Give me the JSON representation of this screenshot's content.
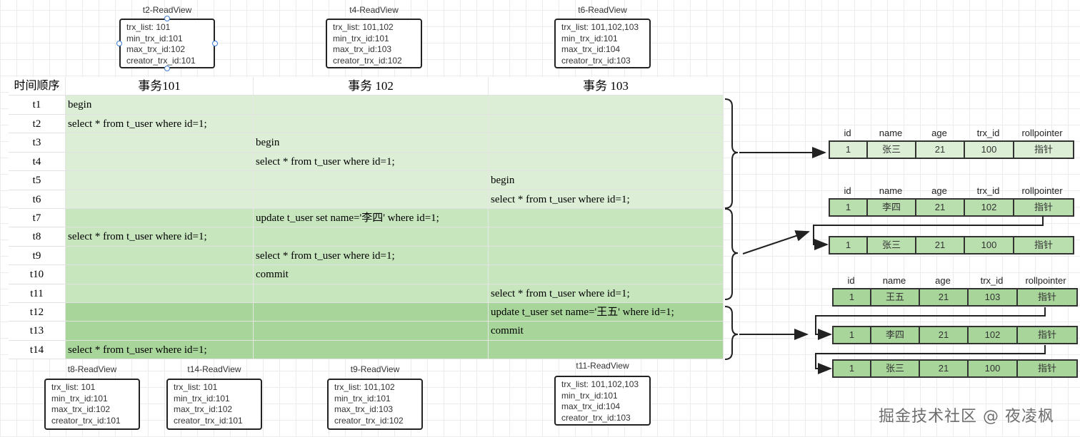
{
  "readviews": [
    {
      "label": "t2-ReadView",
      "lines": [
        "trx_list: 101",
        "min_trx_id:101",
        "max_trx_id:102",
        "creator_trx_id:101"
      ]
    },
    {
      "label": "t4-ReadView",
      "lines": [
        "trx_list: 101,102",
        "min_trx_id:101",
        "max_trx_id:103",
        "creator_trx_id:102"
      ]
    },
    {
      "label": "t6-ReadView",
      "lines": [
        "trx_list: 101,102,103",
        "min_trx_id:101",
        "max_trx_id:104",
        "creator_trx_id:103"
      ]
    },
    {
      "label": "t8-ReadView",
      "lines": [
        "trx_list: 101",
        "min_trx_id:101",
        "max_trx_id:102",
        "creator_trx_id:101"
      ]
    },
    {
      "label": "t14-ReadView",
      "lines": [
        "trx_list: 101",
        "min_trx_id:101",
        "max_trx_id:102",
        "creator_trx_id:101"
      ]
    },
    {
      "label": "t9-ReadView",
      "lines": [
        "trx_list: 101,102",
        "min_trx_id:101",
        "max_trx_id:103",
        "creator_trx_id:102"
      ]
    },
    {
      "label": "t11-ReadView",
      "lines": [
        "trx_list: 101,102,103",
        "min_trx_id:101",
        "max_trx_id:104",
        "creator_trx_id:103"
      ]
    }
  ],
  "table": {
    "headers": [
      "时间顺序",
      "事务101",
      "事务 102",
      "事务 103"
    ],
    "rows": [
      [
        "t1",
        "begin",
        "",
        ""
      ],
      [
        "t2",
        "select * from t_user  where id=1;",
        "",
        ""
      ],
      [
        "t3",
        "",
        "begin",
        ""
      ],
      [
        "t4",
        "",
        "select * from t_user  where id=1;",
        ""
      ],
      [
        "t5",
        "",
        "",
        "begin"
      ],
      [
        "t6",
        "",
        "",
        "select * from t_user  where id=1;"
      ],
      [
        "t7",
        "",
        "update t_user set name='李四' where id=1;",
        ""
      ],
      [
        "t8",
        "select * from t_user  where id=1;",
        "",
        ""
      ],
      [
        "t9",
        "",
        "select * from t_user  where id=1;",
        ""
      ],
      [
        "t10",
        "",
        "commit",
        ""
      ],
      [
        "t11",
        "",
        "",
        "select * from t_user  where id=1;"
      ],
      [
        "t12",
        "",
        "",
        "update t_user set name='王五' where id=1;"
      ],
      [
        "t13",
        "",
        "",
        "commit"
      ],
      [
        "t14",
        "select * from t_user  where id=1;",
        "",
        ""
      ]
    ],
    "row_colors": {
      "phase1": "#dcefd6",
      "phase2": "#c8e6be",
      "phase3": "#a8d59a"
    }
  },
  "records": {
    "columns": [
      "id",
      "name",
      "age",
      "trx_id",
      "rollpointer"
    ],
    "groups": [
      [
        [
          "1",
          "张三",
          "21",
          "100",
          "指针"
        ]
      ],
      [
        [
          "1",
          "李四",
          "21",
          "102",
          "指针"
        ],
        [
          "1",
          "张三",
          "21",
          "100",
          "指针"
        ]
      ],
      [
        [
          "1",
          "王五",
          "21",
          "103",
          "指针"
        ],
        [
          "1",
          "李四",
          "21",
          "102",
          "指针"
        ],
        [
          "1",
          "张三",
          "21",
          "100",
          "指针"
        ]
      ]
    ],
    "colors": [
      "#dcefd6",
      "#b9dfae",
      "#a8d59a"
    ]
  },
  "watermark": "掘金技术社区 @ 夜凌枫"
}
